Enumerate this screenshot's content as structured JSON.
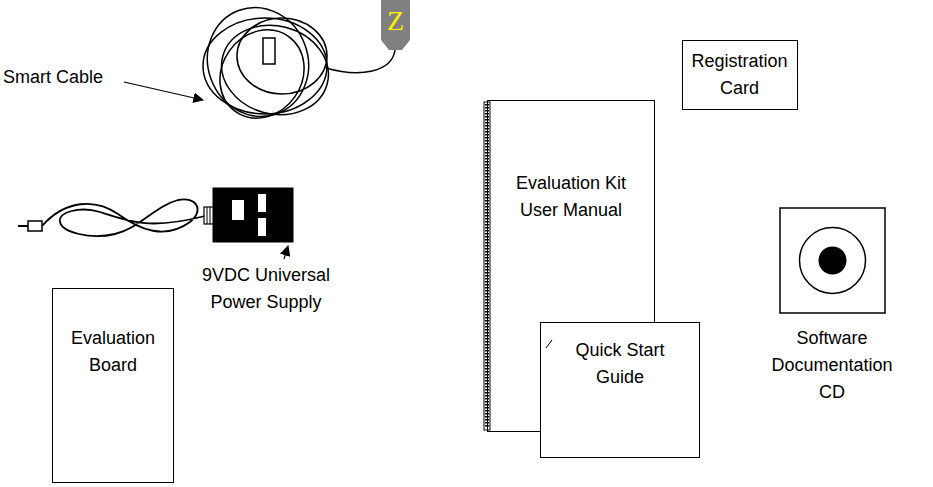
{
  "diagram": {
    "nodes": [
      {
        "text": [
          "Registration Card"
        ]
      },
      {
        "text": [
          "Evaluation Kit User Manual"
        ]
      },
      {
        "text": [
          "Quick Start Guide"
        ]
      },
      {
        "text": [
          "Software Documentation CD"
        ]
      },
      {
        "text": [
          "Evaluation Board"
        ]
      }
    ],
    "labels": [
      "Smart Cable",
      "Z",
      "9VDC Universal Power Supply"
    ]
  }
}
